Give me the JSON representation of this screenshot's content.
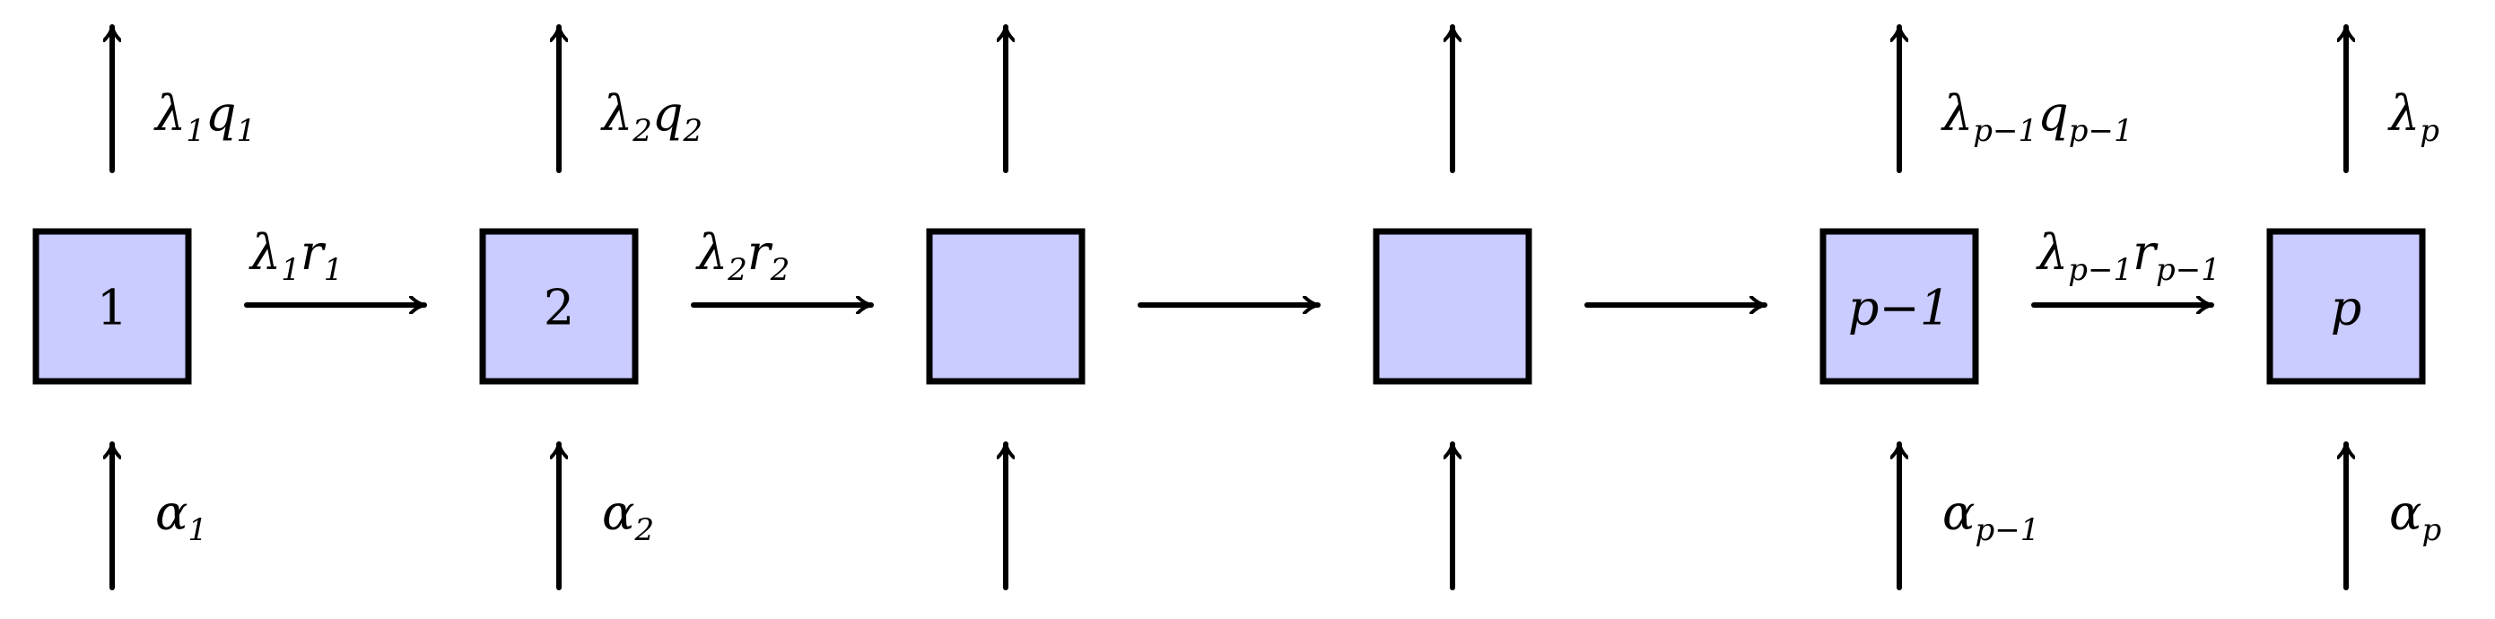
{
  "stations": [
    {
      "label": "1",
      "italic": false,
      "out": {
        "sym": "λ",
        "sub": "1",
        "sym2": "q",
        "sub2": "1"
      },
      "in": {
        "sym": "α",
        "sub": "1"
      },
      "next": {
        "sym": "λ",
        "sub": "1",
        "sym2": "r",
        "sub2": "1"
      }
    },
    {
      "label": "2",
      "italic": false,
      "out": {
        "sym": "λ",
        "sub": "2",
        "sym2": "q",
        "sub2": "2"
      },
      "in": {
        "sym": "α",
        "sub": "2"
      },
      "next": {
        "sym": "λ",
        "sub": "2",
        "sym2": "r",
        "sub2": "2"
      }
    },
    {
      "label": "",
      "italic": false,
      "out": null,
      "in": null,
      "next": null
    },
    {
      "label": "",
      "italic": false,
      "out": null,
      "in": null,
      "next": null
    },
    {
      "label": "p−1",
      "italic": true,
      "out": {
        "sym": "λ",
        "sub": "p−1",
        "sym2": "q",
        "sub2": "p−1"
      },
      "in": {
        "sym": "α",
        "sub": "p−1"
      },
      "next": {
        "sym": "λ",
        "sub": "p−1",
        "sym2": "r",
        "sub2": "p−1"
      }
    },
    {
      "label": "p",
      "italic": true,
      "out": {
        "sym": "λ",
        "sub": "p",
        "sym2": "",
        "sub2": ""
      },
      "in": {
        "sym": "α",
        "sub": "p"
      },
      "next": null
    }
  ],
  "colors": {
    "box_fill": "#cacbff",
    "stroke": "#000000"
  }
}
